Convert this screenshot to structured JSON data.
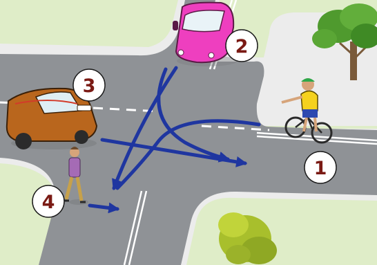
{
  "scene": {
    "markers": [
      {
        "label": "1",
        "subject": "cyclist"
      },
      {
        "label": "2",
        "subject": "pink-car"
      },
      {
        "label": "3",
        "subject": "brown-car"
      },
      {
        "label": "4",
        "subject": "pedestrian"
      }
    ],
    "colors": {
      "grass": "#dfedc8",
      "road": "#8f9296",
      "curb": "#ececec",
      "arrow": "#1f36a0",
      "marker_text": "#7a1a14",
      "pink_car": "#ee3fbf",
      "brown_car": "#b9661d",
      "cyclist_shirt": "#f5d21e"
    }
  }
}
